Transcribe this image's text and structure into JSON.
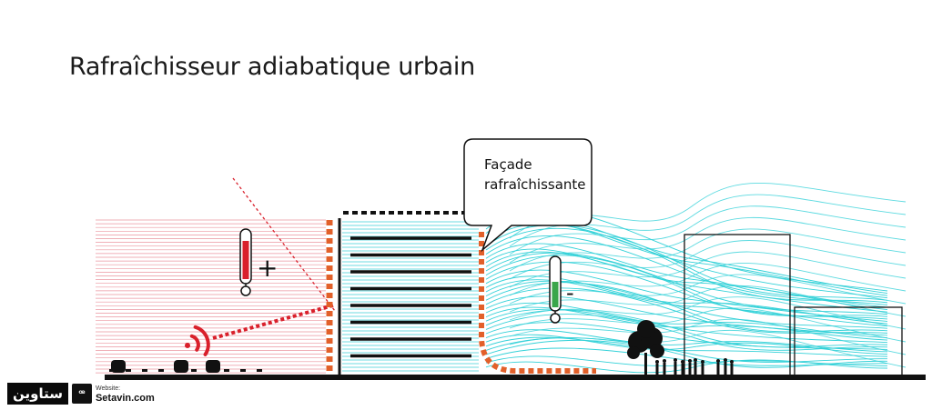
{
  "title": "Rafraîchisseur adiabatique urbain",
  "callout": {
    "line1": "Façade",
    "line2": "rafraîchissante"
  },
  "thermometers": {
    "hot_symbol": "+",
    "cool_symbol": "-"
  },
  "watermark": {
    "brand_arabic": "ستاوین",
    "site_label": "Website:",
    "site_url": "Setavin.com"
  },
  "colors": {
    "hot_air": "#e98a95",
    "cool_air": "#33d1d8",
    "facade": "#e2602a",
    "hot_thermometer": "#d9202b",
    "cool_thermometer": "#3aa64a",
    "radiation": "#d9202b"
  },
  "icons": [
    "thermometer-hot-icon",
    "thermometer-cool-icon",
    "radiation-wave-icon",
    "tree-icon",
    "pedestrians-icon",
    "car-icon"
  ]
}
